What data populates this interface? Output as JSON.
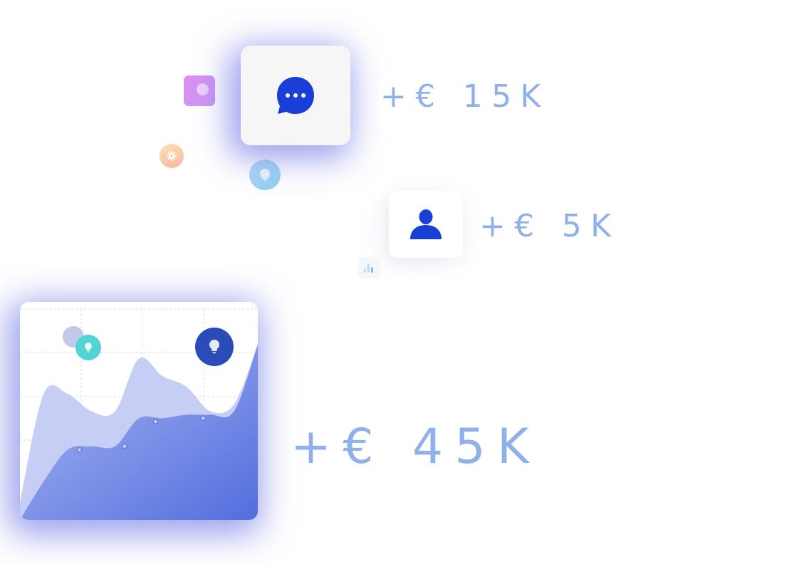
{
  "amounts": {
    "top": "+€ 15K",
    "middle": "+€ 5K",
    "bottom": "+€ 45K"
  },
  "colors": {
    "accent_blue": "#1a3fd6",
    "amount_text": "#8fb0ea",
    "glow": "#4650dc",
    "chart_front": "#4f69dc",
    "chart_back": "#c4cbf5"
  },
  "icons": {
    "chat": "chat-bubble-dots-icon",
    "user": "user-icon",
    "gear": "gear-icon",
    "shield": "shield-icon",
    "lightbulb": "lightbulb-icon",
    "bar_chart": "bar-chart-icon"
  },
  "chart_data": {
    "type": "area",
    "x": [
      0,
      1,
      2,
      3,
      4,
      5,
      6,
      7,
      8,
      9,
      10
    ],
    "series": [
      {
        "values": [
          10,
          72,
          72,
          62,
          62,
          92,
          82,
          76,
          62,
          66,
          100
        ]
      },
      {
        "values": [
          0,
          22,
          40,
          42,
          42,
          58,
          58,
          60,
          60,
          62,
          100
        ]
      }
    ],
    "markers": [
      {
        "x": 2.5,
        "y": 40
      },
      {
        "x": 4.4,
        "y": 42
      },
      {
        "x": 5.7,
        "y": 56
      },
      {
        "x": 7.7,
        "y": 58
      }
    ],
    "ylim": [
      0,
      100
    ],
    "xlim": [
      0,
      10
    ],
    "grid": true
  }
}
